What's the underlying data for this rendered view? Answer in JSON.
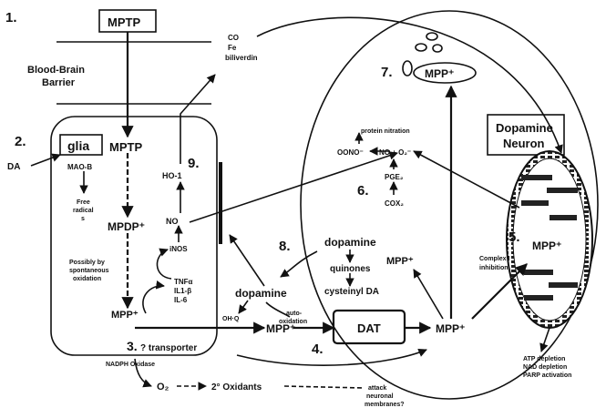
{
  "steps": {
    "s1": "1.",
    "s2": "2.",
    "s3": "3.",
    "s4": "4.",
    "s5": "5.",
    "s6": "6.",
    "s7": "7.",
    "s8": "8.",
    "s9": "9."
  },
  "labels": {
    "mptp_top": "MPTP",
    "bbb_line1": "Blood-Brain",
    "bbb_line2": "Barrier",
    "co": "CO",
    "fe": "Fe",
    "biliverdin": "biliverdin",
    "glia": "glia",
    "mptp_glia": "MPTP",
    "da": "DA",
    "maob": "MAO-B",
    "free_radicals_1": "Free",
    "free_radicals_2": "radical",
    "free_radicals_3": "s",
    "ho1": "HO-1",
    "mpdp": "MPDP⁺",
    "no": "NO",
    "inos": "iNOS",
    "oxid_1": "Possibly by",
    "oxid_2": "spontaneous",
    "oxid_3": "oxidation",
    "mpp_glia": "MPP⁺",
    "tnfa": "TNFα",
    "il1b": "IL1-β",
    "il6": "IL-6",
    "transporter": "? transporter",
    "nadph": "NADPH Oxidase",
    "o2": "O₂",
    "oxidants": "2° Oxidants",
    "attack_1": "attack",
    "attack_2": "neuronal",
    "attack_3": "membranes?",
    "dopamine_mid": "dopamine",
    "oh_q": "OH·Q",
    "autoox_1": "auto-",
    "autoox_2": "oxidation",
    "mpp_mid": "MPP⁺",
    "dat": "DAT",
    "mpp_neuron": "MPP⁺",
    "dopamine_neuron": "dopamine",
    "quinones": "quinones",
    "cysteinyl": "cysteinyl DA",
    "mpp_left": "MPP⁺",
    "protein_nitration": "protein nitration",
    "oonoo": "OONO⁻",
    "no_o2": "NO + O₂⁻",
    "pge2": "PGE₂",
    "cox2": "COX₂",
    "mpp_vesicle": "MPP⁺",
    "dopamine_neuron_title_1": "Dopamine",
    "dopamine_neuron_title_2": "Neuron",
    "complex1_1": "Complex I",
    "complex1_2": "inhibition",
    "mpp_mito": "MPP⁺",
    "atp": "ATP depletion",
    "nad": "NAD depletion",
    "parp": "PARP activation"
  }
}
